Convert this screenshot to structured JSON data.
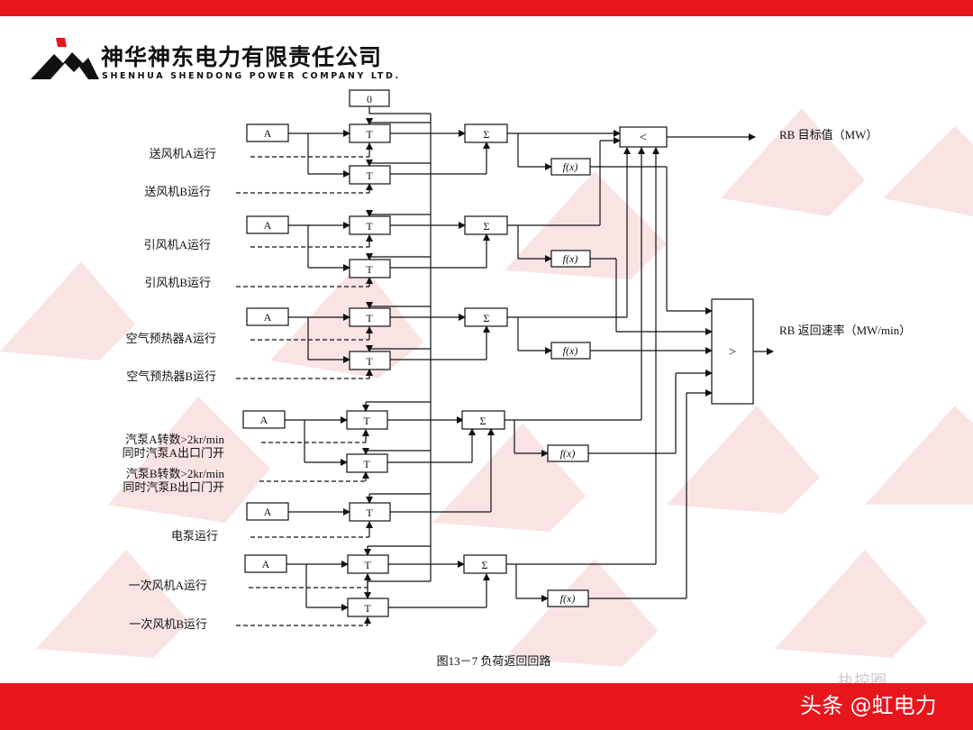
{
  "header": {
    "company_cn": "神华神东电力有限责任公司",
    "company_en": "SHENHUA SHENDONG POWER COMPANY LTD."
  },
  "diagram": {
    "const_zero": "0",
    "block_A": "A",
    "block_T": "T",
    "block_sum": "Σ",
    "block_fx": "f(x)",
    "block_min": "<",
    "block_max": ">",
    "output_target": "RB 目标值（MW）",
    "output_rate": "RB 返回速率（MW/min）",
    "caption": "图13－7 负荷返回回路",
    "inputs": [
      "送风机A运行",
      "送风机B运行",
      "引风机A运行",
      "引风机B运行",
      "空气预热器A运行",
      "空气预热器B运行",
      "汽泵A转数>2kr/min",
      "同时汽泵A出口门开",
      "汽泵B转数>2kr/min",
      "同时汽泵B出口门开",
      "电泵运行",
      "一次风机A运行",
      "一次风机B运行"
    ]
  },
  "footer": {
    "watermark": "执控圈",
    "brand": "头条 @虹电力"
  },
  "colors": {
    "accent": "#e8151c",
    "watermark_pink": "#f7d6d6"
  }
}
